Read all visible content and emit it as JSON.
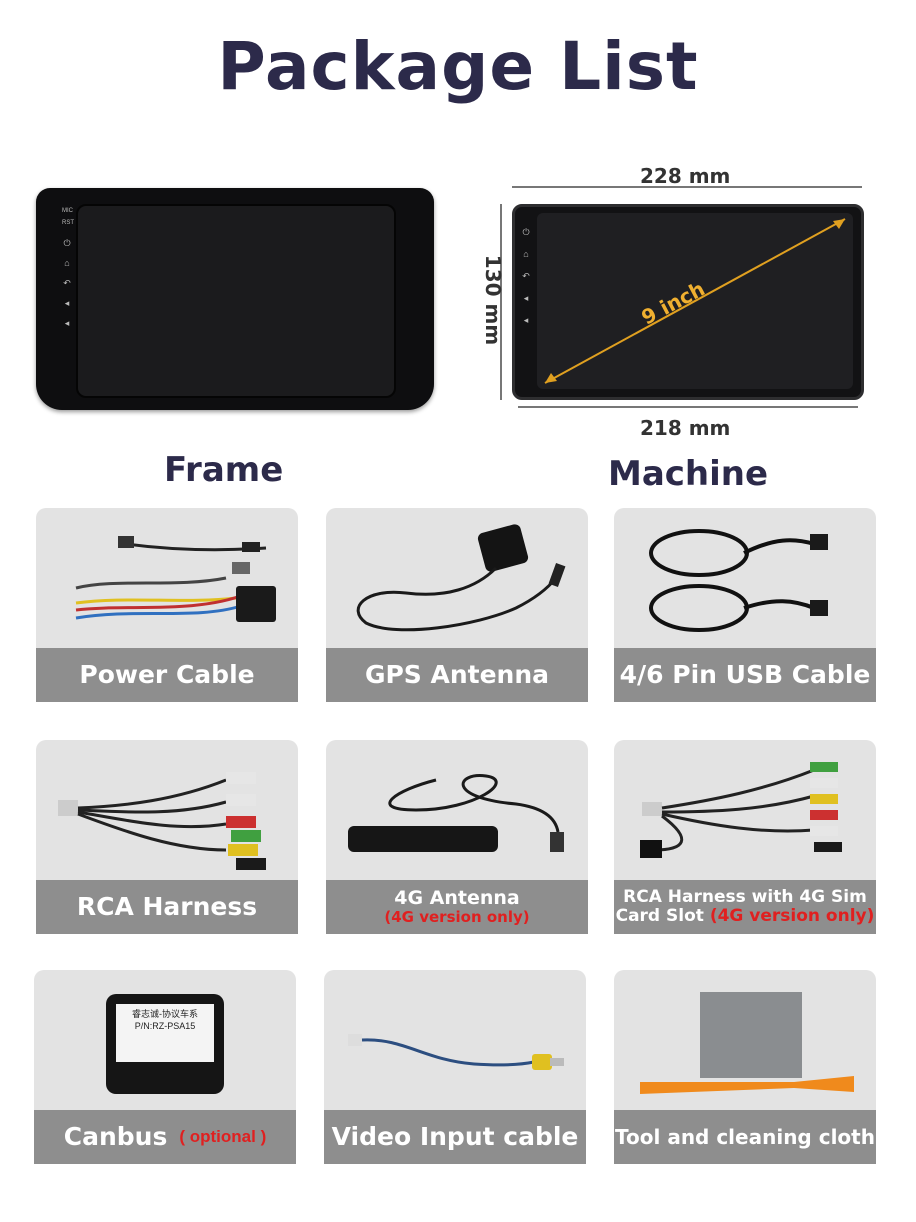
{
  "title": "Package List",
  "frame_label": "Frame",
  "machine_label": "Machine",
  "dimensions": {
    "width_top": "228 mm",
    "width_bottom": "218 mm",
    "height": "130 mm",
    "diagonal": "9 inch"
  },
  "frame_buttons": {
    "mic": "MIC",
    "rst": "RST"
  },
  "items": [
    {
      "label": "Power Cable"
    },
    {
      "label": "GPS Antenna"
    },
    {
      "label": "4/6 Pin USB Cable"
    },
    {
      "label": "RCA Harness"
    },
    {
      "label": "4G Antenna",
      "note": "(4G version only)"
    },
    {
      "label_line1": "RCA Harness with 4G Sim",
      "label_line2": "Card Slot",
      "note": "(4G version only)"
    },
    {
      "label": "Canbus",
      "note": "( optional )"
    },
    {
      "label": "Video Input cable"
    },
    {
      "label": "Tool and cleaning cloth"
    }
  ],
  "canbus_box": {
    "line1": "睿志诚-协议车系",
    "line2": "P/N:RZ-PSA15"
  },
  "colors": {
    "title": "#2c2a4a",
    "bar": "#8e8e8e",
    "card": "#e3e3e3",
    "note": "#e02020",
    "diagonal": "#e0a020"
  }
}
